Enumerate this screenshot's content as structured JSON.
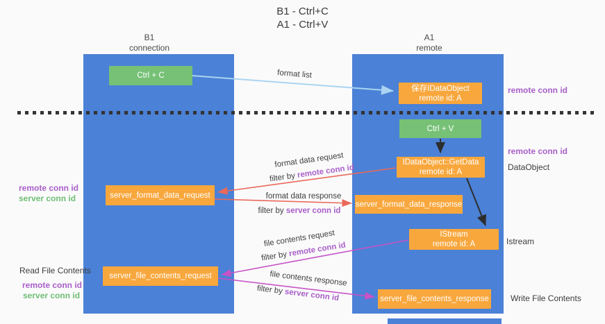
{
  "title": {
    "line1": "B1 - Ctrl+C",
    "line2": "A1 - Ctrl+V"
  },
  "lanes": {
    "left": {
      "name": "B1",
      "role": "connection"
    },
    "right": {
      "name": "A1",
      "role": "remote"
    }
  },
  "nodes": {
    "ctrl_c": {
      "label": "Ctrl + C"
    },
    "ctrl_v": {
      "label": "Ctrl + V"
    },
    "save_idataobject": {
      "line1": "保存IDataObject",
      "line2": "remote id: A"
    },
    "getdata": {
      "line1": "IDataObject::GetData",
      "line2": "remote id: A"
    },
    "istream": {
      "line1": "IStream",
      "line2": "remote id: A"
    },
    "server_format_data_request": {
      "label": "server_format_data_request"
    },
    "server_format_data_response": {
      "label": "server_format_data_response"
    },
    "server_file_contents_request": {
      "label": "server_file_contents_request"
    },
    "server_file_contents_response": {
      "label": "server_file_contents_response"
    }
  },
  "edges": {
    "format_list": {
      "label": "format list"
    },
    "format_data_request": {
      "label": "format data request",
      "filter_prefix": "filter by ",
      "filter_key": "remote conn id"
    },
    "format_data_response": {
      "label": "format data response",
      "filter_prefix": "filter by ",
      "filter_key": "server conn id"
    },
    "file_contents_request": {
      "label": "file contents request",
      "filter_prefix": "filter by ",
      "filter_key": "remote conn id"
    },
    "file_contents_response": {
      "label": "file contents response",
      "filter_prefix": "filter by ",
      "filter_key": "server conn id"
    }
  },
  "annotations": {
    "right_top_remote_conn_id": "remote conn id",
    "right_mid_remote_conn_id": "remote conn id",
    "dataobject": "DataObject",
    "istream": "Istream",
    "write_file_contents": "Write File Contents",
    "read_file_contents": "Read File Contents",
    "left_top": {
      "remote": "remote conn id",
      "server": "server conn id"
    },
    "left_bottom": {
      "remote": "remote conn id",
      "server": "server conn id"
    }
  },
  "colors": {
    "lane_blue": "#4B81D6",
    "node_green": "#76C176",
    "node_orange": "#F8A73D",
    "arrow_light_blue": "#AAD4F0",
    "arrow_red": "#EB685A",
    "arrow_magenta": "#C653C6",
    "arrow_black": "#2D2D2D",
    "label_purple": "#A95FC9",
    "label_green": "#6FBE74",
    "text_dark": "#3C3C3C",
    "divider": "#333333",
    "background": "#FAFAFB"
  }
}
